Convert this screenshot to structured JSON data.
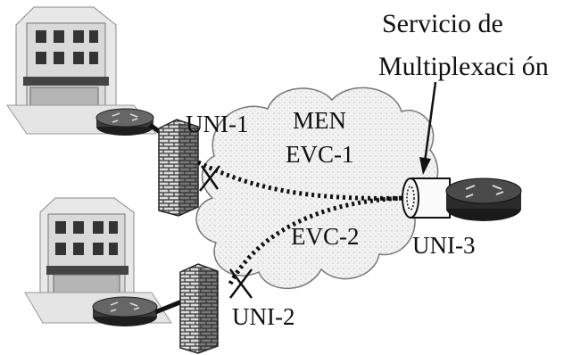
{
  "labels": {
    "service_line1": "Servicio de",
    "service_line2": "Multiplexaci ón",
    "uni1": "UNI-1",
    "uni2": "UNI-2",
    "uni3": "UNI-3",
    "men": "MEN",
    "evc1": "EVC-1",
    "evc2": "EVC-2"
  },
  "colors": {
    "ink": "#111111",
    "cloud_fill": "#f3f3f3",
    "router_dark": "#1e1e1e",
    "building_light": "#e6e6e6",
    "building_mid": "#9a9a9a",
    "building_dark": "#2a2a2a"
  }
}
